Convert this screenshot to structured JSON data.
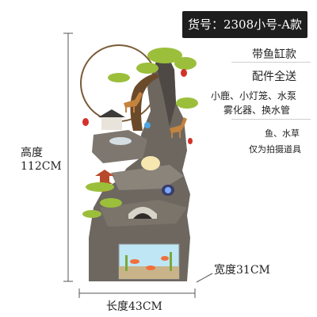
{
  "badge": {
    "text": "货号：2308小号-A款"
  },
  "features": {
    "line1": "带鱼缸款",
    "line2": "配件全送",
    "line3": "小鹿、小灯笼、水泵",
    "line4": "雾化器、换水管"
  },
  "props_note": {
    "line1": "鱼、水草",
    "line2": "仅为拍摄道具"
  },
  "dimensions": {
    "height_label": "高度",
    "height_value": "112CM",
    "width_label": "宽度31CM",
    "length_label": "长度43CM"
  },
  "colors": {
    "badge_bg": "#1e1e1e",
    "rock": "#6d6760",
    "foliage": "#9bbf3b",
    "trunk": "#6b4a2b",
    "water": "#bfe6f5",
    "fish": "#f0703a"
  }
}
